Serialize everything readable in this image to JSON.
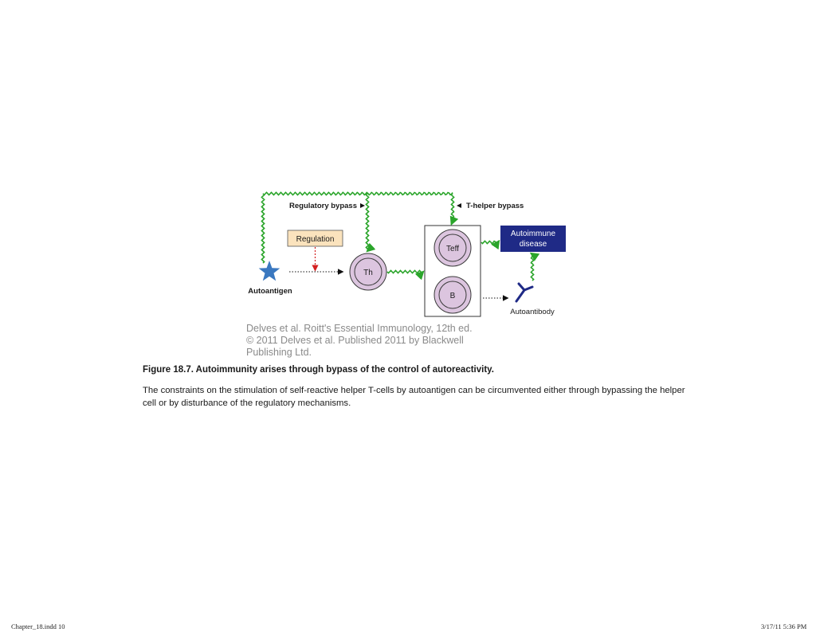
{
  "diagram": {
    "labels": {
      "regulatory_bypass": "Regulatory bypass",
      "t_helper_bypass": "T-helper bypass",
      "regulation": "Regulation",
      "autoantigen": "Autoantigen",
      "th": "Th",
      "teff": "Teff",
      "b": "B",
      "autoimmune_disease_line1": "Autoimmune",
      "autoimmune_disease_line2": "disease",
      "autoantibody": "Autoantibody"
    },
    "colors": {
      "green_arrow": "#2ba52b",
      "red_arrow": "#d42020",
      "star": "#3a78c0",
      "cell_fill": "#dcc5df",
      "cell_stroke": "#3a3a3a",
      "regulation_box": "#fbe3bd",
      "disease_box": "#1f2a86",
      "antibody": "#1f2a86"
    },
    "icons": {
      "autoantigen": "star-icon",
      "autoantibody": "antibody-icon"
    }
  },
  "credit": {
    "line1": "Delves et al. Roitt's Essential Immunology, 12th ed.",
    "line2": "© 2011 Delves et al. Published 2011 by Blackwell",
    "line3": "Publishing Ltd."
  },
  "caption": {
    "title": "Figure 18.7.  Autoimmunity arises through bypass of the control of autoreactivity.",
    "body": "The constraints on the stimulation of self-reactive helper T-cells by autoantigen can be circumvented either through bypassing the helper cell or by disturbance of the regulatory mechanisms."
  },
  "footer": {
    "left": "Chapter_18.indd  10",
    "right": "3/17/11  5:36 PM"
  }
}
